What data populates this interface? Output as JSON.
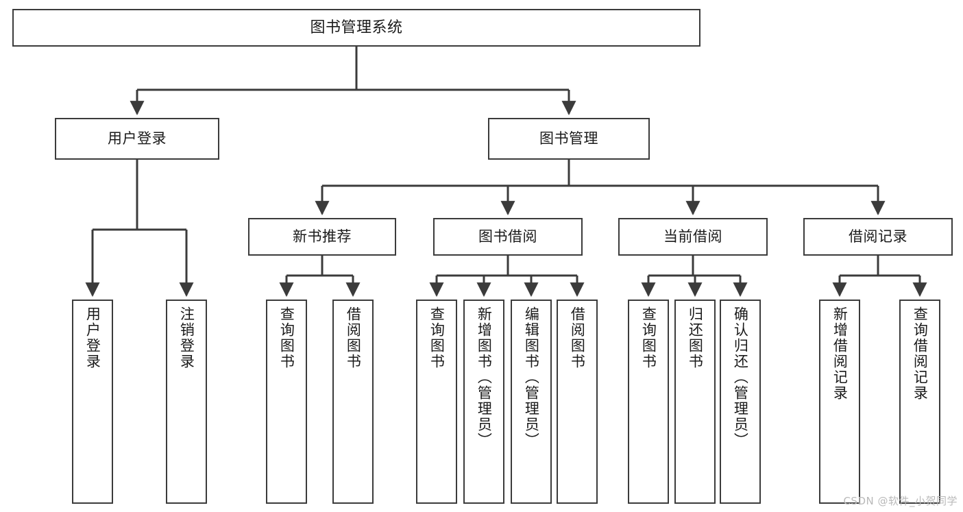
{
  "diagram": {
    "title": "图书管理系统",
    "type": "功能结构图",
    "watermark": "CSDN @软件_小贺同学",
    "colors": {
      "box_border": "#3b3b3b",
      "box_fill": "#ffffff",
      "connector": "#3b3b3b",
      "text": "#1a1a1a",
      "watermark": "#b9b9b9",
      "background": "#ffffff"
    }
  },
  "nodes": {
    "root": {
      "label": "图书管理系统"
    },
    "level2": [
      {
        "id": "user-login",
        "label": "用户登录"
      },
      {
        "id": "book-manage",
        "label": "图书管理"
      }
    ],
    "level3": [
      {
        "id": "new-book-recommend",
        "label": "新书推荐"
      },
      {
        "id": "book-borrow",
        "label": "图书借阅"
      },
      {
        "id": "current-borrow",
        "label": "当前借阅"
      },
      {
        "id": "borrow-record",
        "label": "借阅记录"
      }
    ],
    "leaves": {
      "user_login": [
        {
          "id": "leaf-user-login",
          "label": "用户登录"
        },
        {
          "id": "leaf-logout-login",
          "label": "注销登录"
        }
      ],
      "new_book_recommend": [
        {
          "id": "leaf-query-book-1",
          "label": "查询图书"
        },
        {
          "id": "leaf-borrow-book-1",
          "label": "借阅图书"
        }
      ],
      "book_borrow": [
        {
          "id": "leaf-query-book-2",
          "label": "查询图书"
        },
        {
          "id": "leaf-add-book",
          "label": "新增图书（管理员）"
        },
        {
          "id": "leaf-edit-book",
          "label": "编辑图书（管理员）"
        },
        {
          "id": "leaf-borrow-book-2",
          "label": "借阅图书"
        }
      ],
      "current_borrow": [
        {
          "id": "leaf-query-book-3",
          "label": "查询图书"
        },
        {
          "id": "leaf-return-book",
          "label": "归还图书"
        },
        {
          "id": "leaf-confirm-return",
          "label": "确认归还（管理员）"
        }
      ],
      "borrow_record": [
        {
          "id": "leaf-add-record",
          "label": "新增借阅记录"
        },
        {
          "id": "leaf-query-record",
          "label": "查询借阅记录"
        }
      ]
    }
  }
}
